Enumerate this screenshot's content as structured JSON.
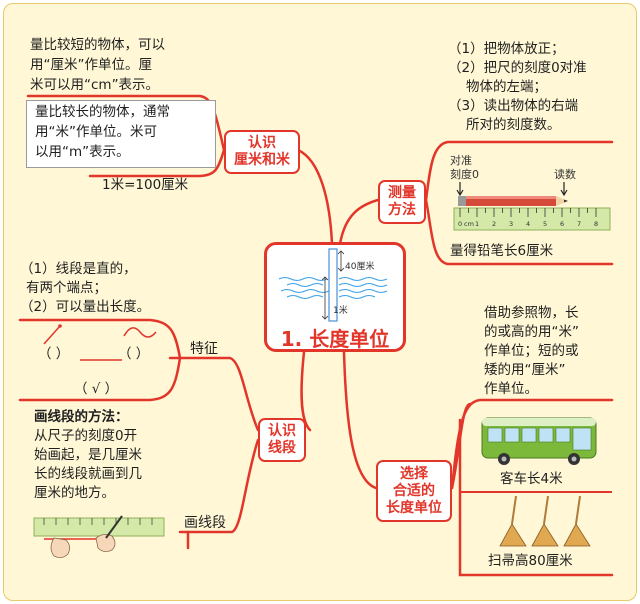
{
  "center": {
    "title": "1. 长度单位",
    "mark_40cm": "40厘米",
    "mark_1m": "1米"
  },
  "branch_know_cm_m": {
    "label_line1": "认识",
    "label_line2": "厘米和米",
    "cm_text": [
      "量比较短的物体，可以",
      "用“厘米”作单位。厘",
      "米可以用“cm”表示。"
    ],
    "m_text": [
      "量比较长的物体，通常",
      "用“米”作单位。米可",
      "以用“m”表示。"
    ],
    "relation": "1米=100厘米"
  },
  "branch_measure": {
    "label_line1": "测量",
    "label_line2": "方法",
    "steps": [
      "（1）把物体放正；",
      "（2）把尺的刻度0对准",
      "物体的左端；",
      "（3）读出物体的右端",
      "所对的刻度数。"
    ],
    "align_label_line1": "对准",
    "align_label_line2": "刻度0",
    "read_label": "读数",
    "ruler_unit": "cm",
    "ruler_numbers": [
      "0",
      "1",
      "2",
      "3",
      "4",
      "5",
      "6",
      "7",
      "8"
    ],
    "result": "量得铅笔长6厘米"
  },
  "branch_segment": {
    "label_line1": "认识",
    "label_line2": "线段",
    "features_text": [
      "（1）线段是直的，",
      "有两个端点；",
      "（2）可以量出长度。"
    ],
    "feature_label": "特征",
    "paren_left": "（    ）",
    "paren_right": "（    ）",
    "paren_correct": "（ √ ）",
    "method_title": "画线段的方法：",
    "method_text": [
      "从尺子的刻度0开",
      "始画起，是几厘米",
      "长的线段就画到几",
      "厘米的地方。"
    ],
    "draw_label": "画线段"
  },
  "branch_choose": {
    "label_line1": "选择",
    "label_line2": "合适的",
    "label_line3": "长度单位",
    "text": [
      "借助参照物，长",
      "的或高的用“米”",
      "作单位；短的或",
      "矮的用“厘米”",
      "作单位。"
    ],
    "bus_caption": "客车长4米",
    "broom_caption": "扫帚高80厘米"
  },
  "colors": {
    "branch": "#E2362B",
    "label_border": "#E2362B",
    "ruler": "#D4E8A8",
    "background": "#FFF7D6"
  }
}
